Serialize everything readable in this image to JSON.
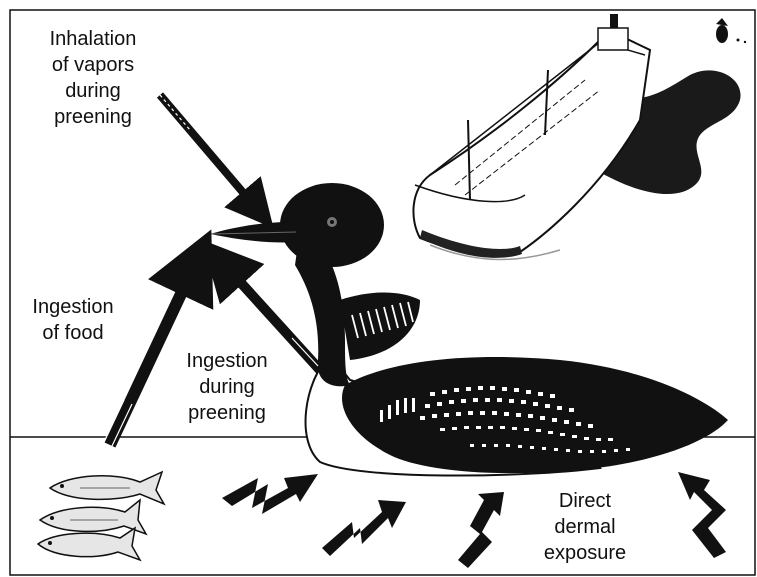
{
  "labels": {
    "inhalation": [
      "Inhalation",
      "of vapors",
      "during",
      "preening"
    ],
    "food": [
      "Ingestion",
      "of food"
    ],
    "preening": [
      "Ingestion",
      "during",
      "preening"
    ],
    "dermal": [
      "Direct",
      "dermal",
      "exposure"
    ]
  },
  "icons": [
    "oil-tanker-icon",
    "oil-slick-icon",
    "loon-icon",
    "fish-icon",
    "wavy-arrow-icon"
  ],
  "colors": {
    "ink": "#111111",
    "background": "#ffffff",
    "oil": "#1a1a1a"
  }
}
